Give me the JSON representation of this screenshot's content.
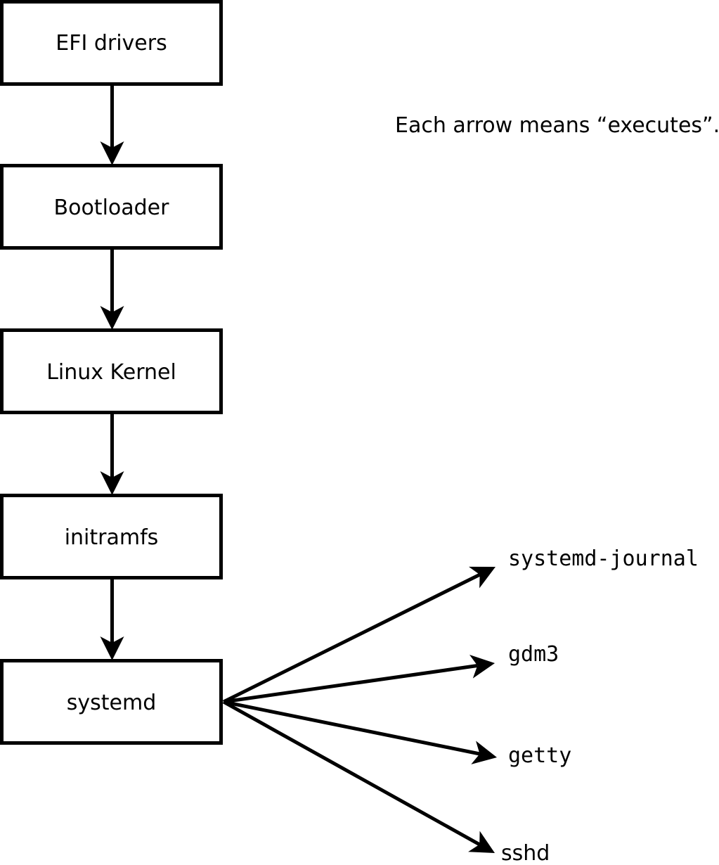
{
  "note": "Each arrow means “executes”.",
  "arrow_meaning": "executes",
  "boot_chain": {
    "nodes": [
      {
        "id": "efi-drivers",
        "label": "EFI drivers"
      },
      {
        "id": "bootloader",
        "label": "Bootloader"
      },
      {
        "id": "linux-kernel",
        "label": "Linux Kernel"
      },
      {
        "id": "initramfs",
        "label": "initramfs"
      },
      {
        "id": "systemd",
        "label": "systemd"
      }
    ]
  },
  "spawned_processes": [
    {
      "id": "systemd-journal",
      "label": "systemd-journal"
    },
    {
      "id": "gdm3",
      "label": "gdm3"
    },
    {
      "id": "getty",
      "label": "getty"
    },
    {
      "id": "sshd",
      "label": "sshd"
    }
  ],
  "colors": {
    "background": "#ffffff",
    "box_fill": "#ffffff",
    "box_border": "#000000",
    "line": "#000000",
    "text": "#000000"
  }
}
